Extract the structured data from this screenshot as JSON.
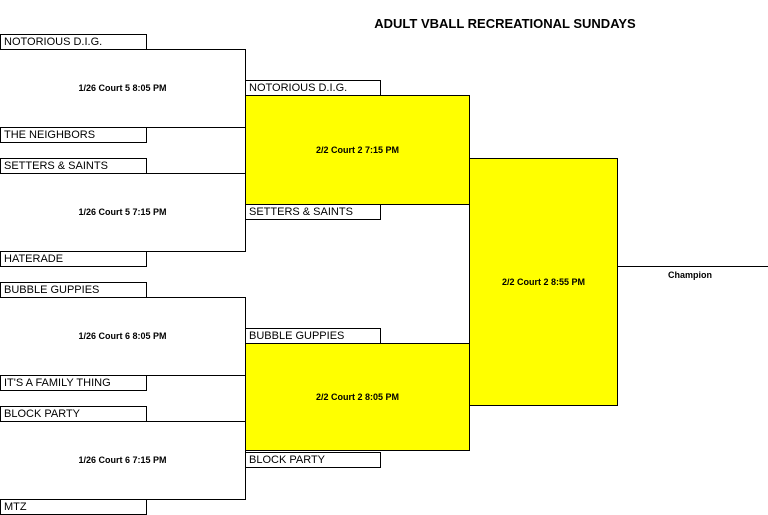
{
  "title": "ADULT VBALL RECREATIONAL SUNDAYS",
  "round1": {
    "teams": [
      "NOTORIOUS D.I.G.",
      "THE NEIGHBORS",
      "SETTERS & SAINTS",
      "HATERADE",
      "BUBBLE GUPPIES",
      "IT'S A FAMILY THING",
      "BLOCK PARTY",
      "MTZ"
    ],
    "matches": [
      "1/26 Court 5 8:05 PM",
      "1/26 Court 5 7:15 PM",
      "1/26 Court 6 8:05 PM",
      "1/26 Court 6 7:15 PM"
    ]
  },
  "round2": {
    "teams": [
      "NOTORIOUS D.I.G.",
      "SETTERS & SAINTS",
      "BUBBLE GUPPIES",
      "BLOCK PARTY"
    ],
    "matches": [
      "2/2 Court 2 7:15 PM",
      "2/2 Court 2 8:05 PM"
    ]
  },
  "final": {
    "match": "2/2 Court 2 8:55 PM",
    "champion_label": "Champion"
  },
  "colors": {
    "highlight": "#ffff00"
  }
}
